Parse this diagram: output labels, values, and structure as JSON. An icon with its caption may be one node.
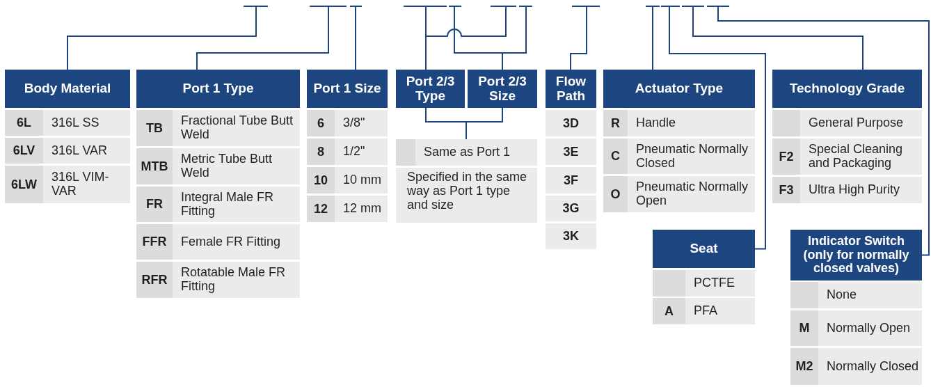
{
  "diagram": {
    "nodes": [
      {
        "text": [],
        "shape": "bar"
      },
      {
        "text": [],
        "shape": "bar"
      },
      {
        "text": [],
        "shape": "bar"
      },
      {
        "text": [],
        "shape": "bar"
      },
      {
        "text": [],
        "shape": "bar"
      },
      {
        "text": [],
        "shape": "bar"
      },
      {
        "text": [],
        "shape": "bar"
      },
      {
        "text": [],
        "shape": "bar"
      },
      {
        "text": [],
        "shape": "bar"
      },
      {
        "text": [],
        "shape": "bar"
      },
      {
        "text": [],
        "shape": "bar"
      },
      {
        "text": [],
        "shape": "bar"
      },
      {
        "text": [
          "Body Material"
        ]
      },
      {
        "text": [
          "6L",
          "316L SS"
        ]
      },
      {
        "text": [
          "6LV",
          "316L VAR"
        ]
      },
      {
        "text": [
          "6LW",
          "316L VIM-VAR"
        ]
      },
      {
        "text": [
          "Port 1 Type"
        ]
      },
      {
        "text": [
          "TB",
          "Fractional Tube Butt Weld"
        ]
      },
      {
        "text": [
          "MTB",
          "Metric Tube Butt Weld"
        ]
      },
      {
        "text": [
          "FR",
          "Integral Male FR Fitting"
        ]
      },
      {
        "text": [
          "FFR",
          "Female FR Fitting"
        ]
      },
      {
        "text": [
          "RFR",
          "Rotatable Male FR Fitting"
        ]
      },
      {
        "text": [
          "Port 1 Size"
        ]
      },
      {
        "text": [
          "6",
          "3/8\""
        ]
      },
      {
        "text": [
          "8",
          "1/2\""
        ]
      },
      {
        "text": [
          "10",
          "10 mm"
        ]
      },
      {
        "text": [
          "12",
          "12 mm"
        ]
      },
      {
        "text": [
          "Port 2/3 Type"
        ]
      },
      {
        "text": [
          "Port 2/3 Size"
        ]
      },
      {
        "text": [
          "Same as Port 1"
        ]
      },
      {
        "text": [
          "Specified in the same way as Port 1 type and size"
        ]
      },
      {
        "text": [
          "Flow Path"
        ]
      },
      {
        "text": [
          "3D"
        ]
      },
      {
        "text": [
          "3E"
        ]
      },
      {
        "text": [
          "3F"
        ]
      },
      {
        "text": [
          "3G"
        ]
      },
      {
        "text": [
          "3K"
        ]
      },
      {
        "text": [
          "Actuator Type"
        ]
      },
      {
        "text": [
          "R",
          "Handle"
        ]
      },
      {
        "text": [
          "C",
          "Pneumatic Normally Closed"
        ]
      },
      {
        "text": [
          "O",
          "Pneumatic Normally Open"
        ]
      },
      {
        "text": [
          "Seat"
        ]
      },
      {
        "text": [
          "PCTFE"
        ]
      },
      {
        "text": [
          "A",
          "PFA"
        ]
      },
      {
        "text": [
          "Technology Grade"
        ]
      },
      {
        "text": [
          "General Purpose"
        ]
      },
      {
        "text": [
          "F2",
          "Special Cleaning and Packaging"
        ]
      },
      {
        "text": [
          "F3",
          "Ultra High Purity"
        ]
      },
      {
        "text": [
          "Indicator Switch (only for normally closed valves)"
        ]
      },
      {
        "text": [
          "None"
        ]
      },
      {
        "text": [
          "M",
          "Normally Open"
        ]
      },
      {
        "text": [
          "M2",
          "Normally Closed"
        ]
      }
    ],
    "edges": [
      {
        "from": 0,
        "to": 12,
        "arrow": "none"
      },
      {
        "from": 1,
        "to": 16,
        "arrow": "none"
      },
      {
        "from": 2,
        "to": 22,
        "arrow": "none"
      },
      {
        "from": 3,
        "to": 27,
        "arrow": "none"
      },
      {
        "from": 5,
        "to": 27,
        "arrow": "none"
      },
      {
        "from": 4,
        "to": 28,
        "arrow": "none"
      },
      {
        "from": 6,
        "to": 28,
        "arrow": "none"
      },
      {
        "from": 27,
        "to": 29,
        "arrow": "none"
      },
      {
        "from": 28,
        "to": 29,
        "arrow": "none"
      },
      {
        "from": 7,
        "to": 31,
        "arrow": "none"
      },
      {
        "from": 8,
        "to": 37,
        "arrow": "none"
      },
      {
        "from": 9,
        "to": 41,
        "arrow": "none"
      },
      {
        "from": 10,
        "to": 44,
        "arrow": "none"
      },
      {
        "from": 11,
        "to": 48,
        "arrow": "none"
      }
    ]
  }
}
